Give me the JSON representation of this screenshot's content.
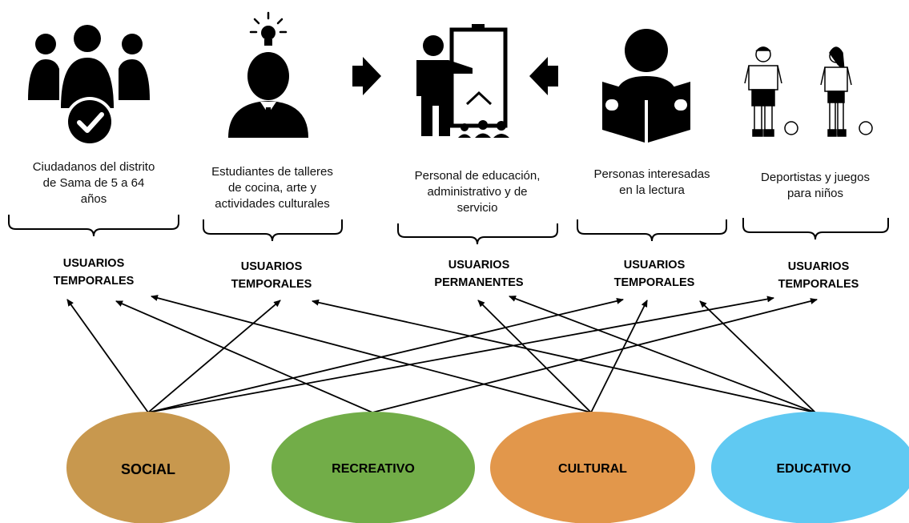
{
  "groups": [
    {
      "icon": "people-check-icon",
      "description": [
        "Ciudadanos del distrito",
        "de Sama de 5 a 64",
        "años"
      ],
      "usuarios": [
        "USUARIOS",
        "TEMPORALES"
      ]
    },
    {
      "icon": "student-idea-icon",
      "description": [
        "Estudiantes de talleres",
        "de cocina, arte y",
        "actividades culturales"
      ],
      "usuarios": [
        "USUARIOS",
        "TEMPORALES"
      ]
    },
    {
      "icon": "teacher-presentation-icon",
      "description": [
        "Personal de educación,",
        "administrativo y de",
        "servicio"
      ],
      "usuarios": [
        "USUARIOS",
        "PERMANENTES"
      ]
    },
    {
      "icon": "reader-icon",
      "description": [
        "Personas interesadas",
        "en la lectura"
      ],
      "usuarios": [
        "USUARIOS",
        "TEMPORALES"
      ]
    },
    {
      "icon": "athletes-icon",
      "description": [
        "Deportistas y juegos",
        "para niños"
      ],
      "usuarios": [
        "USUARIOS",
        "TEMPORALES"
      ]
    }
  ],
  "categories": [
    {
      "label": "SOCIAL",
      "color": "#c8984e"
    },
    {
      "label": "RECREATIVO",
      "color": "#72ad48"
    },
    {
      "label": "CULTURAL",
      "color": "#e2974b"
    },
    {
      "label": "EDUCATIVO",
      "color": "#60c9f2"
    }
  ]
}
